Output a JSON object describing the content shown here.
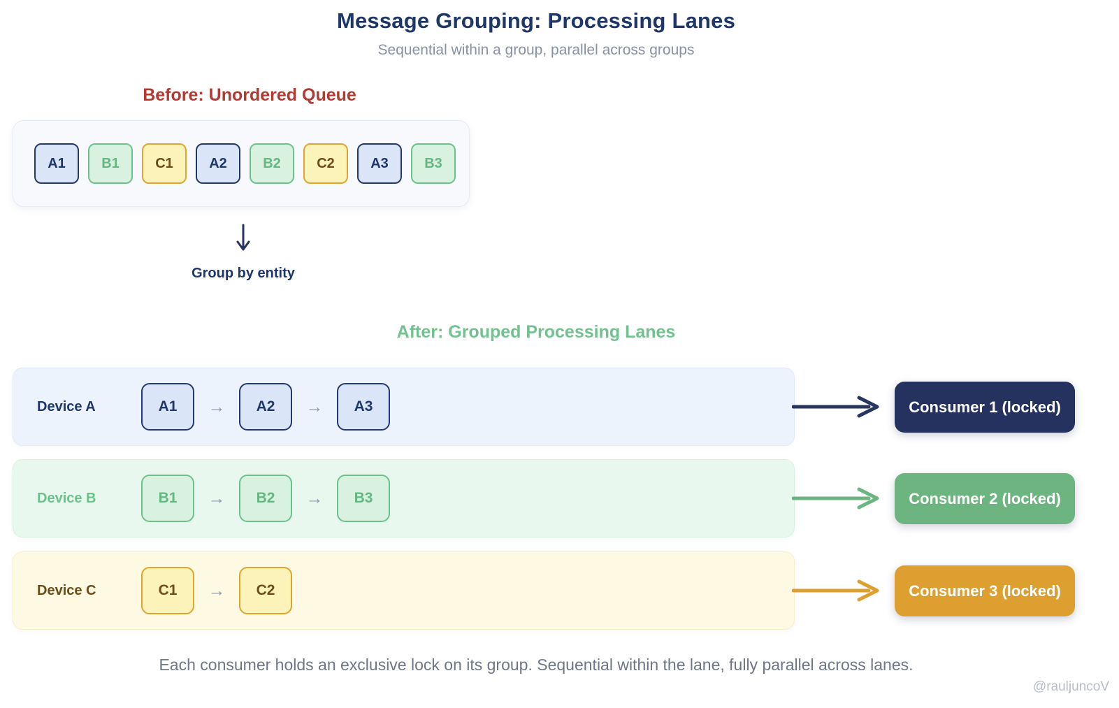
{
  "page": {
    "title": "Message Grouping: Processing Lanes",
    "subtitle": "Sequential within a group, parallel across groups",
    "footer": "Each consumer holds an exclusive lock on its group. Sequential within the lane, fully parallel across lanes.",
    "watermark": "@rauljuncoV",
    "colors": {
      "title": "#1e376b",
      "subtitle": "#8892a4",
      "footer": "#6e7687",
      "watermark": "#b6bcca"
    }
  },
  "before": {
    "heading": "Before: Unordered Queue",
    "heading_color": "#b33a33",
    "queue": [
      {
        "label": "A1",
        "group": "a"
      },
      {
        "label": "B1",
        "group": "b"
      },
      {
        "label": "C1",
        "group": "c"
      },
      {
        "label": "A2",
        "group": "a"
      },
      {
        "label": "B2",
        "group": "b"
      },
      {
        "label": "C2",
        "group": "c"
      },
      {
        "label": "A3",
        "group": "a"
      },
      {
        "label": "B3",
        "group": "b"
      }
    ]
  },
  "transform": {
    "icon": "down-arrow",
    "label": "Group by entity",
    "color": "#1e376b"
  },
  "after": {
    "heading": "After: Grouped Processing Lanes",
    "heading_color": "#71c28e",
    "between_arrow": "→",
    "between_arrow_color": "#8e98b0",
    "lanes": [
      {
        "name": "Device A",
        "group": "a",
        "messages": [
          "A1",
          "A2",
          "A3"
        ],
        "consumer": "Consumer 1 (locked)"
      },
      {
        "name": "Device B",
        "group": "b",
        "messages": [
          "B1",
          "B2",
          "B3"
        ],
        "consumer": "Consumer 2 (locked)"
      },
      {
        "name": "Device C",
        "group": "c",
        "messages": [
          "C1",
          "C2"
        ],
        "consumer": "Consumer 3 (locked)"
      }
    ]
  },
  "groups": {
    "a": {
      "box_bg": "#dbe5f8",
      "box_border": "#24386e",
      "box_text": "#1e376b",
      "lane_bg": "#edf3fd",
      "lane_border": "#e0e9fb",
      "label_color": "#1e376b",
      "consumer_bg": "#25315f",
      "arrow_color": "#27355f"
    },
    "b": {
      "box_bg": "#d9f2e0",
      "box_border": "#6cc28b",
      "box_text": "#65b683",
      "lane_bg": "#e9f8ee",
      "lane_border": "#d7f1e0",
      "label_color": "#6cc28b",
      "consumer_bg": "#6cb580",
      "arrow_color": "#6cb580"
    },
    "c": {
      "box_bg": "#fbf3ba",
      "box_border": "#e0a52f",
      "box_text": "#6d4d17",
      "lane_bg": "#fdf9e3",
      "lane_border": "#f6eec6",
      "label_color": "#6d4d17",
      "consumer_bg": "#dd9f2f",
      "arrow_color": "#dd9f2f"
    }
  }
}
